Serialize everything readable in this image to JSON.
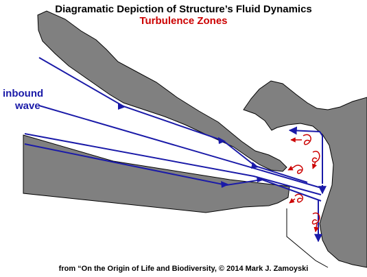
{
  "title": "Diagramatic Depiction of Structure’s Fluid Dynamics",
  "subtitle": "Turbulence Zones",
  "annotation": {
    "line1": "inbound",
    "line2": "wave"
  },
  "caption": "from “On the Origin of Life and Biodiversity, © 2014 Mark J. Zamoyski",
  "colors": {
    "rock": "#808080",
    "flow": "#1a1aa8",
    "turbulence": "#cc0000",
    "outline": "#000000"
  }
}
